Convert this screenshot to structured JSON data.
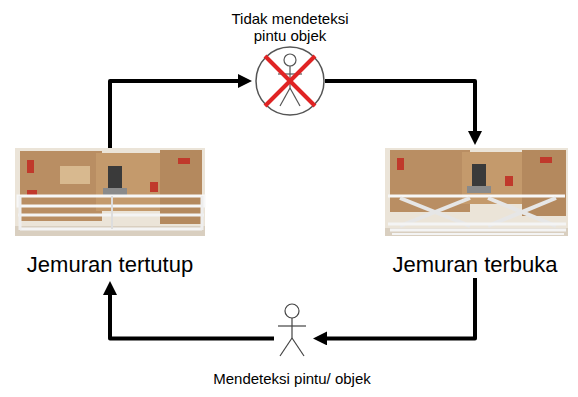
{
  "diagram": {
    "nodes": [
      {
        "text": [
          "Tidak mendeteksi pintu objek"
        ]
      },
      {
        "text": [
          "Jemuran tertutup"
        ]
      },
      {
        "text": [
          "Jemuran terbuka"
        ]
      },
      {
        "text": [
          "Mendeteksi pintu/ objek"
        ]
      }
    ],
    "edges": [
      {
        "from": 1,
        "to": 0,
        "arrow": "to"
      },
      {
        "from": 0,
        "to": 2,
        "arrow": "to"
      },
      {
        "from": 2,
        "to": 3,
        "arrow": "to"
      },
      {
        "from": 3,
        "to": 1,
        "arrow": "to"
      }
    ]
  }
}
